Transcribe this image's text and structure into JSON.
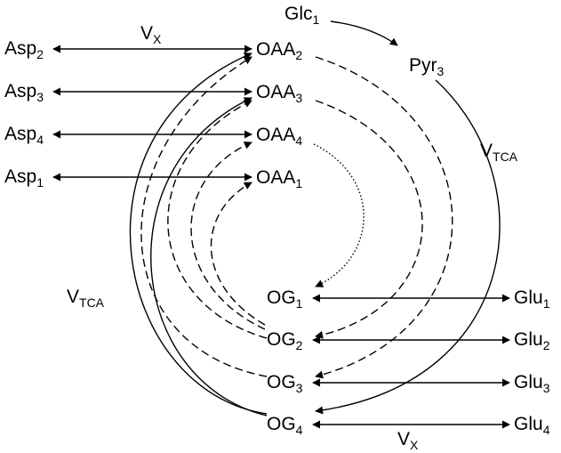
{
  "labels": {
    "glc1": {
      "base": "Glc",
      "sub": "1"
    },
    "pyr3": {
      "base": "Pyr",
      "sub": "3"
    },
    "vtca_right": {
      "base": "V",
      "sub": "TCA"
    },
    "vtca_left": {
      "base": "V",
      "sub": "TCA"
    },
    "vx_top": {
      "base": "V",
      "sub": "X"
    },
    "vx_bottom": {
      "base": "V",
      "sub": "X"
    },
    "asp2": {
      "base": "Asp",
      "sub": "2"
    },
    "asp3": {
      "base": "Asp",
      "sub": "3"
    },
    "asp4": {
      "base": "Asp",
      "sub": "4"
    },
    "asp1": {
      "base": "Asp",
      "sub": "1"
    },
    "oaa2": {
      "base": "OAA",
      "sub": "2"
    },
    "oaa3": {
      "base": "OAA",
      "sub": "3"
    },
    "oaa4": {
      "base": "OAA",
      "sub": "4"
    },
    "oaa1": {
      "base": "OAA",
      "sub": "1"
    },
    "og1": {
      "base": "OG",
      "sub": "1"
    },
    "og2": {
      "base": "OG",
      "sub": "2"
    },
    "og3": {
      "base": "OG",
      "sub": "3"
    },
    "og4": {
      "base": "OG",
      "sub": "4"
    },
    "glu1": {
      "base": "Glu",
      "sub": "1"
    },
    "glu2": {
      "base": "Glu",
      "sub": "2"
    },
    "glu3": {
      "base": "Glu",
      "sub": "3"
    },
    "glu4": {
      "base": "Glu",
      "sub": "4"
    }
  },
  "colors": {
    "ink": "#000000",
    "background": "#ffffff"
  }
}
